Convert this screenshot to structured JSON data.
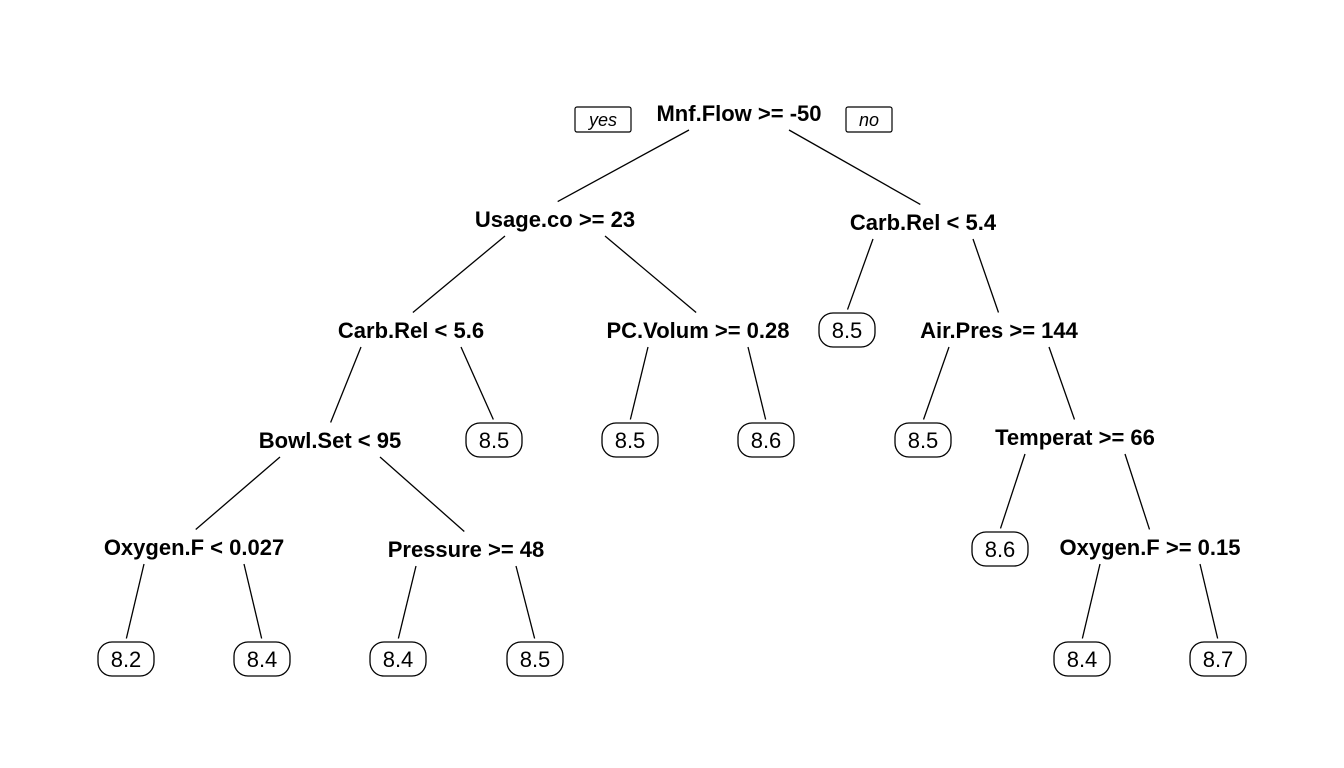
{
  "branch_labels": {
    "yes": "yes",
    "no": "no"
  },
  "tree": {
    "nodes": [
      {
        "id": "n1",
        "type": "split",
        "label": "Mnf.Flow >= -50"
      },
      {
        "id": "n2",
        "type": "split",
        "label": "Usage.co >= 23"
      },
      {
        "id": "n3",
        "type": "split",
        "label": "Carb.Rel < 5.4"
      },
      {
        "id": "n4",
        "type": "split",
        "label": "Carb.Rel < 5.6"
      },
      {
        "id": "n5",
        "type": "split",
        "label": "PC.Volum >= 0.28"
      },
      {
        "id": "n6",
        "type": "leaf",
        "label": "8.5"
      },
      {
        "id": "n7",
        "type": "split",
        "label": "Air.Pres >= 144"
      },
      {
        "id": "n8",
        "type": "split",
        "label": "Bowl.Set < 95"
      },
      {
        "id": "n9",
        "type": "leaf",
        "label": "8.5"
      },
      {
        "id": "n10",
        "type": "leaf",
        "label": "8.5"
      },
      {
        "id": "n11",
        "type": "leaf",
        "label": "8.6"
      },
      {
        "id": "n12",
        "type": "leaf",
        "label": "8.5"
      },
      {
        "id": "n13",
        "type": "split",
        "label": "Temperat >= 66"
      },
      {
        "id": "n14",
        "type": "split",
        "label": "Oxygen.F < 0.027"
      },
      {
        "id": "n15",
        "type": "split",
        "label": "Pressure >= 48"
      },
      {
        "id": "n16",
        "type": "leaf",
        "label": "8.6"
      },
      {
        "id": "n17",
        "type": "split",
        "label": "Oxygen.F >= 0.15"
      },
      {
        "id": "n18",
        "type": "leaf",
        "label": "8.2"
      },
      {
        "id": "n19",
        "type": "leaf",
        "label": "8.4"
      },
      {
        "id": "n20",
        "type": "leaf",
        "label": "8.4"
      },
      {
        "id": "n21",
        "type": "leaf",
        "label": "8.5"
      },
      {
        "id": "n22",
        "type": "leaf",
        "label": "8.4"
      },
      {
        "id": "n23",
        "type": "leaf",
        "label": "8.7"
      }
    ],
    "edges": [
      [
        "n1",
        "n2"
      ],
      [
        "n1",
        "n3"
      ],
      [
        "n2",
        "n4"
      ],
      [
        "n2",
        "n5"
      ],
      [
        "n3",
        "n6"
      ],
      [
        "n3",
        "n7"
      ],
      [
        "n4",
        "n8"
      ],
      [
        "n4",
        "n9"
      ],
      [
        "n5",
        "n10"
      ],
      [
        "n5",
        "n11"
      ],
      [
        "n7",
        "n12"
      ],
      [
        "n7",
        "n13"
      ],
      [
        "n8",
        "n14"
      ],
      [
        "n8",
        "n15"
      ],
      [
        "n13",
        "n16"
      ],
      [
        "n13",
        "n17"
      ],
      [
        "n14",
        "n18"
      ],
      [
        "n14",
        "n19"
      ],
      [
        "n15",
        "n20"
      ],
      [
        "n15",
        "n21"
      ],
      [
        "n17",
        "n22"
      ],
      [
        "n17",
        "n23"
      ]
    ]
  }
}
